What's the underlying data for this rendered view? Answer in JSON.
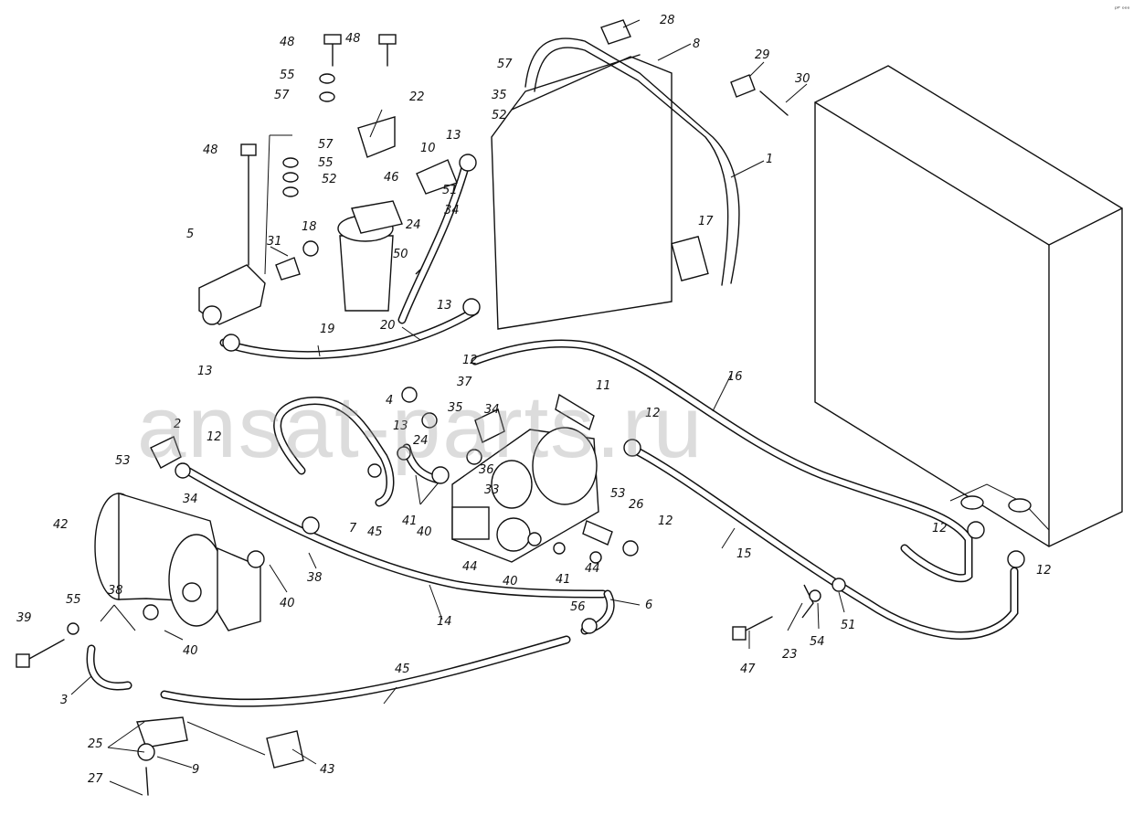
{
  "corner_mark": "ᵖᴾ ᵒᵒᵒ",
  "watermark": "ansat-parts.ru",
  "callouts": [
    "1",
    "2",
    "3",
    "4",
    "5",
    "6",
    "7",
    "8",
    "9",
    "10",
    "11",
    "12",
    "13",
    "14",
    "15",
    "16",
    "17",
    "18",
    "19",
    "20",
    "22",
    "23",
    "24",
    "25",
    "26",
    "27",
    "28",
    "29",
    "30",
    "31",
    "33",
    "34",
    "35",
    "36",
    "37",
    "38",
    "39",
    "40",
    "41",
    "42",
    "43",
    "44",
    "45",
    "46",
    "47",
    "48",
    "50",
    "51",
    "52",
    "53",
    "54",
    "55",
    "56",
    "57"
  ]
}
